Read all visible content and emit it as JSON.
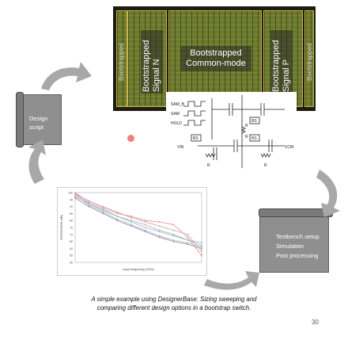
{
  "layout": {
    "blocks": [
      {
        "label": "Bootstrapped Signal N"
      },
      {
        "label": "Bootstrapped Common-mode"
      },
      {
        "label": "Bootstrapped Signal P"
      }
    ],
    "side_labels": [
      "Bootstrapped",
      "Bootstrapped"
    ]
  },
  "schematic": {
    "labels": [
      "SAM_B",
      "SAM",
      "HOLD",
      "R",
      "R",
      "VIN",
      "VCM",
      "R",
      "R",
      "BS",
      "BS",
      "BS"
    ]
  },
  "scrolls": {
    "design": {
      "lines": [
        "Design script"
      ]
    },
    "testbench": {
      "lines": [
        "Testbench setup",
        "Simulation",
        "Post processing"
      ]
    }
  },
  "chart_data": {
    "type": "line",
    "xlabel": "Input frequency (GHz)",
    "ylabel": "SFDR/SNDR (dB)",
    "ytick_labels": [
      "100",
      "95",
      "90",
      "85",
      "80",
      "75",
      "70",
      "65",
      "60",
      "55",
      "50"
    ],
    "series": [
      {
        "color": "#e88a8a",
        "values": [
          100,
          93,
          89,
          85,
          83,
          80,
          79,
          77,
          68,
          55
        ]
      },
      {
        "color": "#aaaaaa",
        "values": [
          97,
          92,
          87,
          83,
          80,
          77,
          73,
          70,
          66,
          64
        ]
      },
      {
        "color": "#8fb6d8",
        "values": [
          99,
          92,
          88,
          83,
          79,
          75,
          72,
          69,
          66,
          62
        ]
      },
      {
        "color": "#b0b0c8",
        "values": [
          98,
          91,
          86,
          81,
          77,
          73,
          69,
          66,
          64,
          61
        ]
      },
      {
        "color": "#888888",
        "values": [
          96,
          90,
          85,
          80,
          76,
          72,
          68,
          65,
          63,
          60
        ]
      },
      {
        "color": "#c8a0a0",
        "values": [
          99,
          94,
          90,
          86,
          82,
          79,
          76,
          73,
          70,
          58
        ]
      }
    ]
  },
  "caption": {
    "line1": "A simple example using DesignerBase: Sizing sweeping and",
    "line2": "comparing different design options in a bootstrap switch."
  },
  "page_number": "30"
}
